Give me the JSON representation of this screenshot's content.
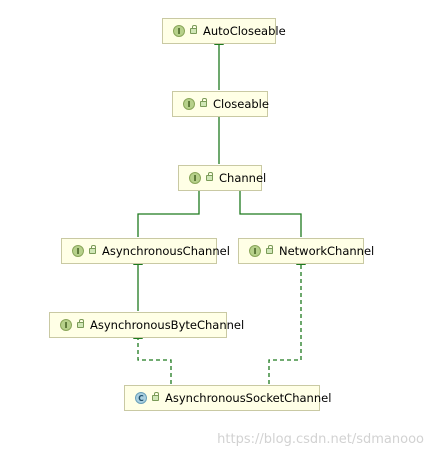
{
  "nodes": {
    "auto_closeable": {
      "kind": "I",
      "label": "AutoCloseable"
    },
    "closeable": {
      "kind": "I",
      "label": "Closeable"
    },
    "channel": {
      "kind": "I",
      "label": "Channel"
    },
    "asynchronous_channel": {
      "kind": "I",
      "label": "AsynchronousChannel"
    },
    "network_channel": {
      "kind": "I",
      "label": "NetworkChannel"
    },
    "asynchronous_byte_channel": {
      "kind": "I",
      "label": "AsynchronousByteChannel"
    },
    "asynchronous_socket_channel": {
      "kind": "C",
      "label": "AsynchronousSocketChannel"
    }
  },
  "watermark": "https://blog.csdn.net/sdmanooo",
  "colors": {
    "edge": "#1e7a1e",
    "node_fill": "#ffffe6",
    "node_border": "#c9c9a3"
  }
}
